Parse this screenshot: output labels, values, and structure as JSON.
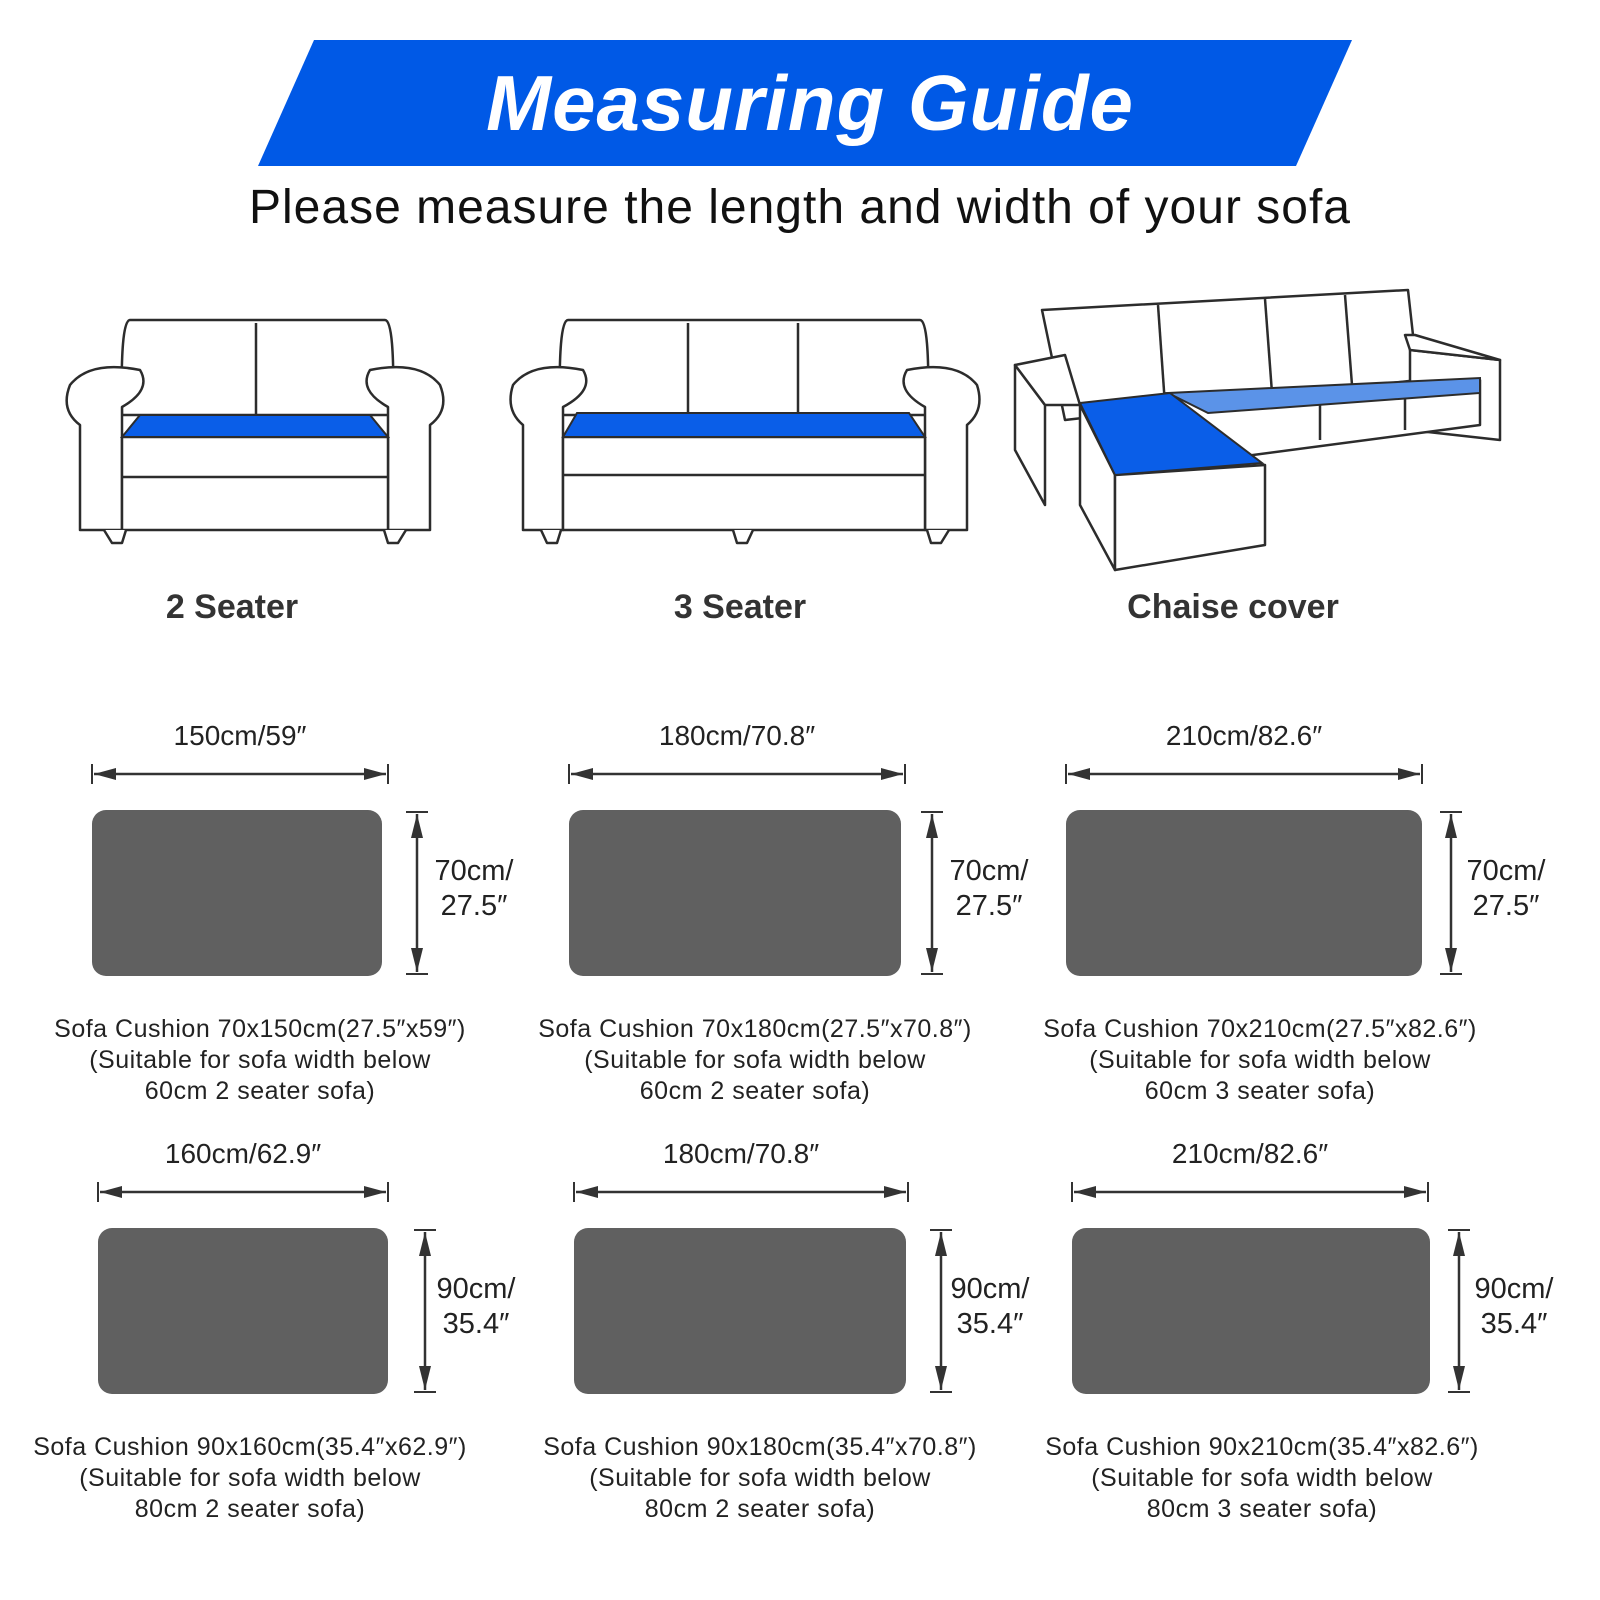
{
  "header": {
    "title": "Measuring Guide",
    "subtitle": "Please measure the length and width of your sofa"
  },
  "colors": {
    "banner": "#0059e6",
    "seat_blue": "#0a5ee8",
    "seat_light_blue": "#5b93e8",
    "cushion_gray": "#606060",
    "outline": "#2c2c2c"
  },
  "sofas": [
    {
      "label": "2 Seater",
      "icon": "loveseat-icon"
    },
    {
      "label": "3 Seater",
      "icon": "three-seat-sofa-icon"
    },
    {
      "label": "Chaise cover",
      "icon": "sectional-chaise-icon"
    }
  ],
  "cushions": [
    {
      "width_label": "150cm/59″",
      "height_line1": "70cm/",
      "height_line2": "27.5″",
      "caption_line1": "Sofa Cushion 70x150cm(27.5″x59″)",
      "caption_line2": "(Suitable for sofa width below",
      "caption_line3": "60cm 2 seater sofa)"
    },
    {
      "width_label": "180cm/70.8″",
      "height_line1": "70cm/",
      "height_line2": "27.5″",
      "caption_line1": "Sofa Cushion 70x180cm(27.5″x70.8″)",
      "caption_line2": "(Suitable for sofa width below",
      "caption_line3": "60cm 2 seater sofa)"
    },
    {
      "width_label": "210cm/82.6″",
      "height_line1": "70cm/",
      "height_line2": "27.5″",
      "caption_line1": "Sofa Cushion 70x210cm(27.5″x82.6″)",
      "caption_line2": "(Suitable for sofa width below",
      "caption_line3": "60cm 3 seater sofa)"
    },
    {
      "width_label": "160cm/62.9″",
      "height_line1": "90cm/",
      "height_line2": "35.4″",
      "caption_line1": "Sofa Cushion 90x160cm(35.4″x62.9″)",
      "caption_line2": "(Suitable for sofa width below",
      "caption_line3": "80cm 2 seater sofa)"
    },
    {
      "width_label": "180cm/70.8″",
      "height_line1": "90cm/",
      "height_line2": "35.4″",
      "caption_line1": "Sofa Cushion 90x180cm(35.4″x70.8″)",
      "caption_line2": "(Suitable for sofa width below",
      "caption_line3": "80cm 2 seater sofa)"
    },
    {
      "width_label": "210cm/82.6″",
      "height_line1": "90cm/",
      "height_line2": "35.4″",
      "caption_line1": "Sofa Cushion 90x210cm(35.4″x82.6″)",
      "caption_line2": "(Suitable for sofa width below",
      "caption_line3": "80cm 3 seater sofa)"
    }
  ]
}
